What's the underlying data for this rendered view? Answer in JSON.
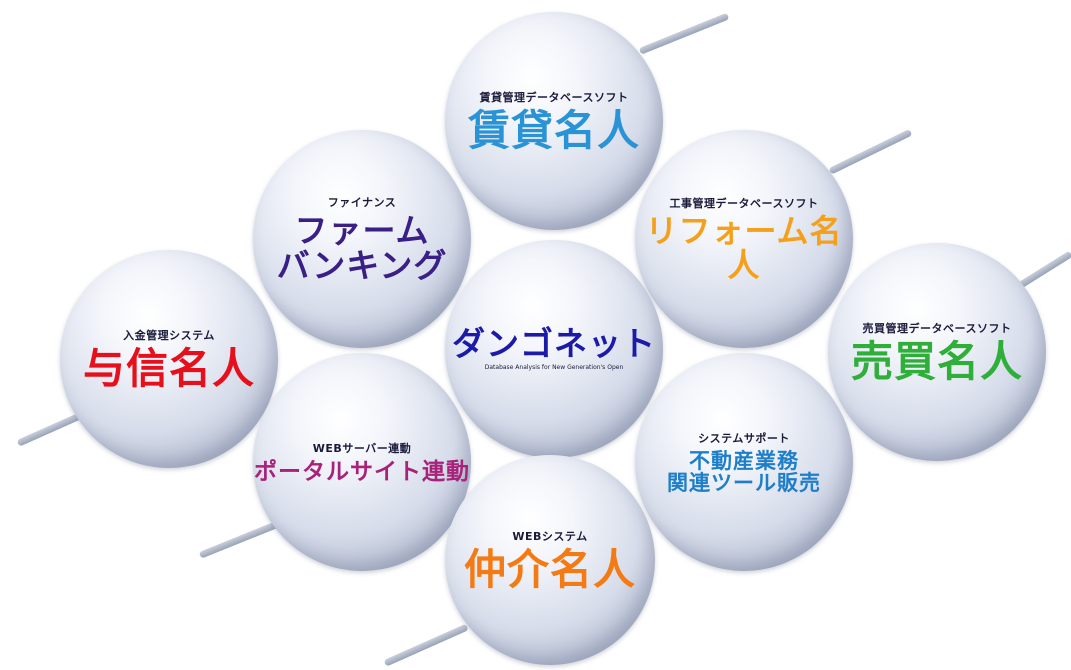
{
  "center": {
    "title": "ダンゴネット",
    "caption": "Database Analysis for New Generation's Open",
    "color": "#1c1aa8"
  },
  "products": [
    {
      "id": "chintai",
      "subtitle": "賃貸管理データベースソフト",
      "title": "賃貸名人",
      "color": "#2a93d5"
    },
    {
      "id": "farm",
      "subtitle": "ファイナンス",
      "title": "ファーム\nバンキング",
      "color": "#3a1f86"
    },
    {
      "id": "reform",
      "subtitle": "工事管理データベースソフト",
      "title": "リフォーム名人",
      "color": "#f5a01a"
    },
    {
      "id": "yoshin",
      "subtitle": "入金管理システム",
      "title": "与信名人",
      "color": "#e5101c"
    },
    {
      "id": "baibai",
      "subtitle": "売買管理データベースソフト",
      "title": "売買名人",
      "color": "#2fae3a"
    },
    {
      "id": "portal",
      "subtitle": "WEBサーバー連動",
      "title": "ポータルサイト連動",
      "color": "#a8217a"
    },
    {
      "id": "support",
      "subtitle": "システムサポート",
      "title": "不動産業務\n関連ツール販売",
      "color": "#1e7fc8"
    },
    {
      "id": "chukai",
      "subtitle": "WEBシステム",
      "title": "仲介名人",
      "color": "#f47a14"
    }
  ]
}
